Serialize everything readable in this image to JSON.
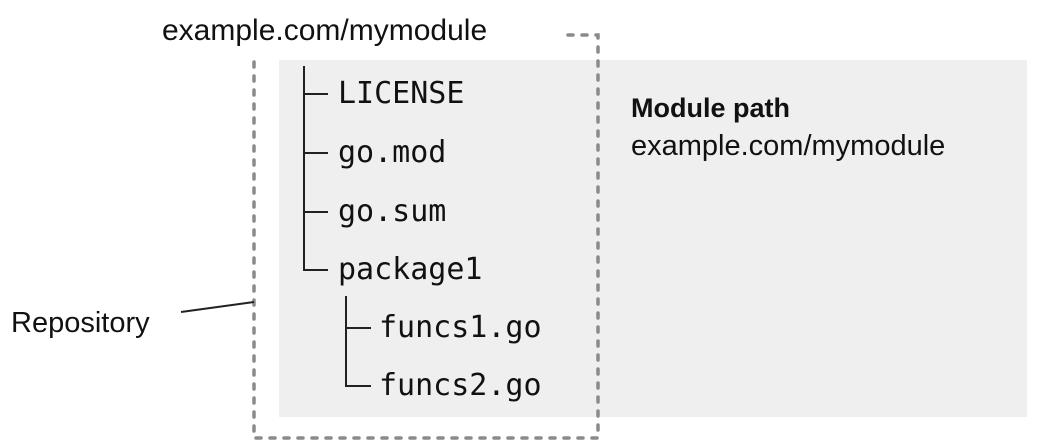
{
  "root_label": "example.com/mymodule",
  "repository_label": "Repository",
  "module": {
    "title": "Module path",
    "value": "example.com/mymodule"
  },
  "files": [
    {
      "name": "LICENSE",
      "depth": 0
    },
    {
      "name": "go.mod",
      "depth": 0
    },
    {
      "name": "go.sum",
      "depth": 0
    },
    {
      "name": "package1",
      "depth": 0
    },
    {
      "name": "funcs1.go",
      "depth": 1
    },
    {
      "name": "funcs2.go",
      "depth": 1
    }
  ],
  "colors": {
    "panel": "#efefef",
    "dashed_border": "#8a8a8a",
    "text": "#111111"
  }
}
